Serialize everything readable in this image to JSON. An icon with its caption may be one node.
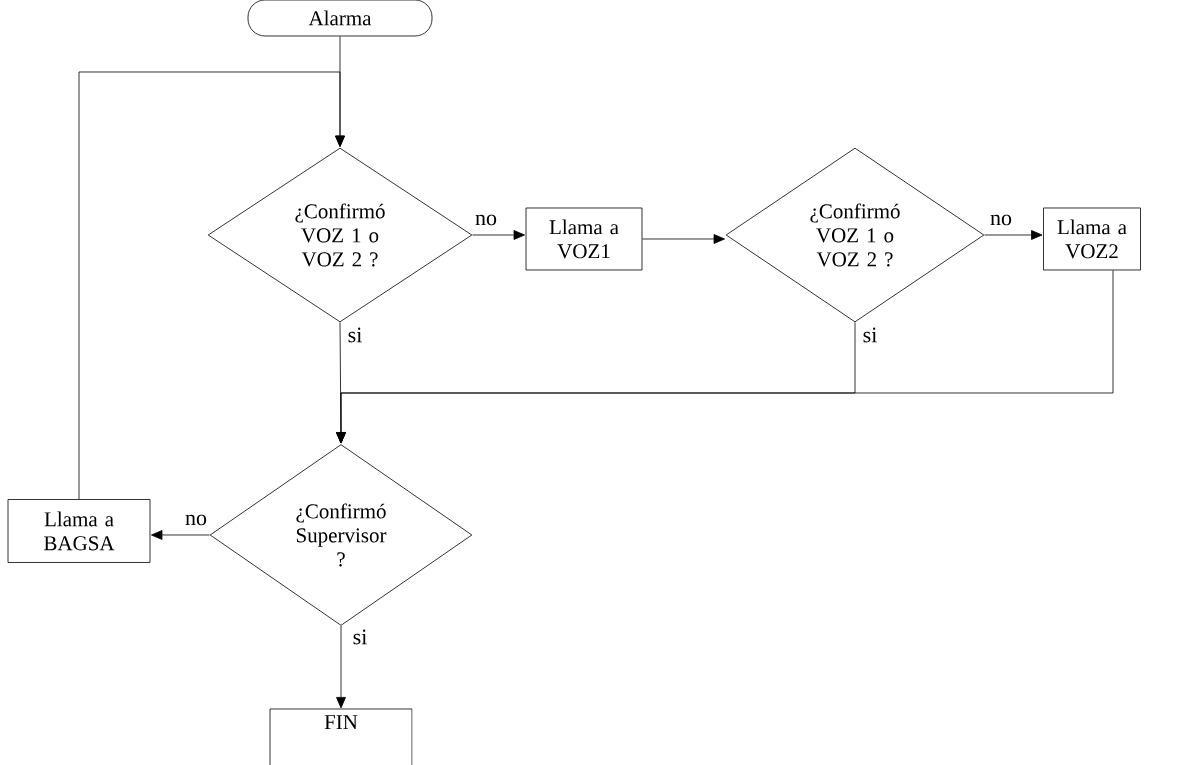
{
  "diagram": {
    "nodes": [
      {
        "text": [
          "Alarma"
        ]
      },
      {
        "text": [
          "¿Confirmó VOZ 1 o VOZ 2 ?"
        ]
      },
      {
        "text": [
          "Llama a VOZ1"
        ]
      },
      {
        "text": [
          "¿Confirmó VOZ 1 o VOZ 2 ?"
        ]
      },
      {
        "text": [
          "Llama a VOZ2"
        ]
      },
      {
        "text": [
          "¿Confirmó Supervisor ?"
        ]
      },
      {
        "text": [
          "Llama a BAGSA"
        ]
      },
      {
        "text": [
          "FIN"
        ]
      }
    ],
    "edges": [
      {
        "from": 0,
        "to": 1,
        "arrow": "to"
      },
      {
        "from": 1,
        "to": 2,
        "label": "no",
        "arrow": "to"
      },
      {
        "from": 2,
        "to": 3,
        "arrow": "to"
      },
      {
        "from": 3,
        "to": 4,
        "label": "no",
        "arrow": "to"
      },
      {
        "from": 1,
        "to": 5,
        "label": "si",
        "arrow": "to"
      },
      {
        "from": 3,
        "to": 5,
        "label": "si",
        "arrow": "to"
      },
      {
        "from": 4,
        "to": 5,
        "arrow": "to"
      },
      {
        "from": 5,
        "to": 6,
        "label": "no",
        "arrow": "to"
      },
      {
        "from": 6,
        "to": 1,
        "arrow": "to"
      },
      {
        "from": 5,
        "to": 7,
        "label": "si",
        "arrow": "to"
      }
    ]
  }
}
